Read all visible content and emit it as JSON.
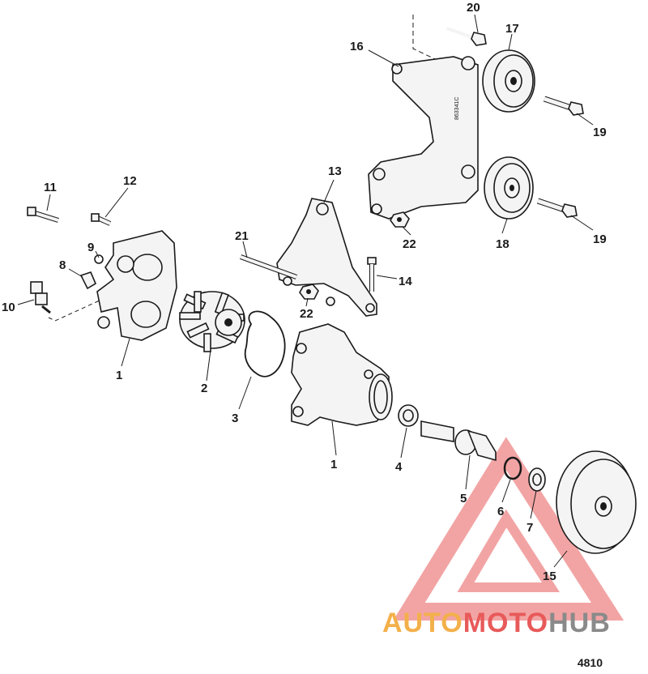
{
  "callouts": [
    {
      "label": "1"
    },
    {
      "label": "1"
    },
    {
      "label": "2"
    },
    {
      "label": "3"
    },
    {
      "label": "4"
    },
    {
      "label": "5"
    },
    {
      "label": "6"
    },
    {
      "label": "7"
    },
    {
      "label": "8"
    },
    {
      "label": "9"
    },
    {
      "label": "10"
    },
    {
      "label": "11"
    },
    {
      "label": "12"
    },
    {
      "label": "13"
    },
    {
      "label": "14"
    },
    {
      "label": "15"
    },
    {
      "label": "16"
    },
    {
      "label": "17"
    },
    {
      "label": "18"
    },
    {
      "label": "19"
    },
    {
      "label": "19"
    },
    {
      "label": "20"
    },
    {
      "label": "21"
    },
    {
      "label": "22"
    },
    {
      "label": "22"
    }
  ],
  "bracket_marking": "863341C",
  "figure_number": "4810",
  "watermark": {
    "part_a": "AUTO",
    "part_b": "MOTO",
    "part_c": "HUB"
  },
  "colors": {
    "line": "#1a1a1a",
    "watermark_red": "#e85a5a",
    "watermark_orange": "#f3b04a",
    "watermark_gray": "#8a8a8a"
  }
}
